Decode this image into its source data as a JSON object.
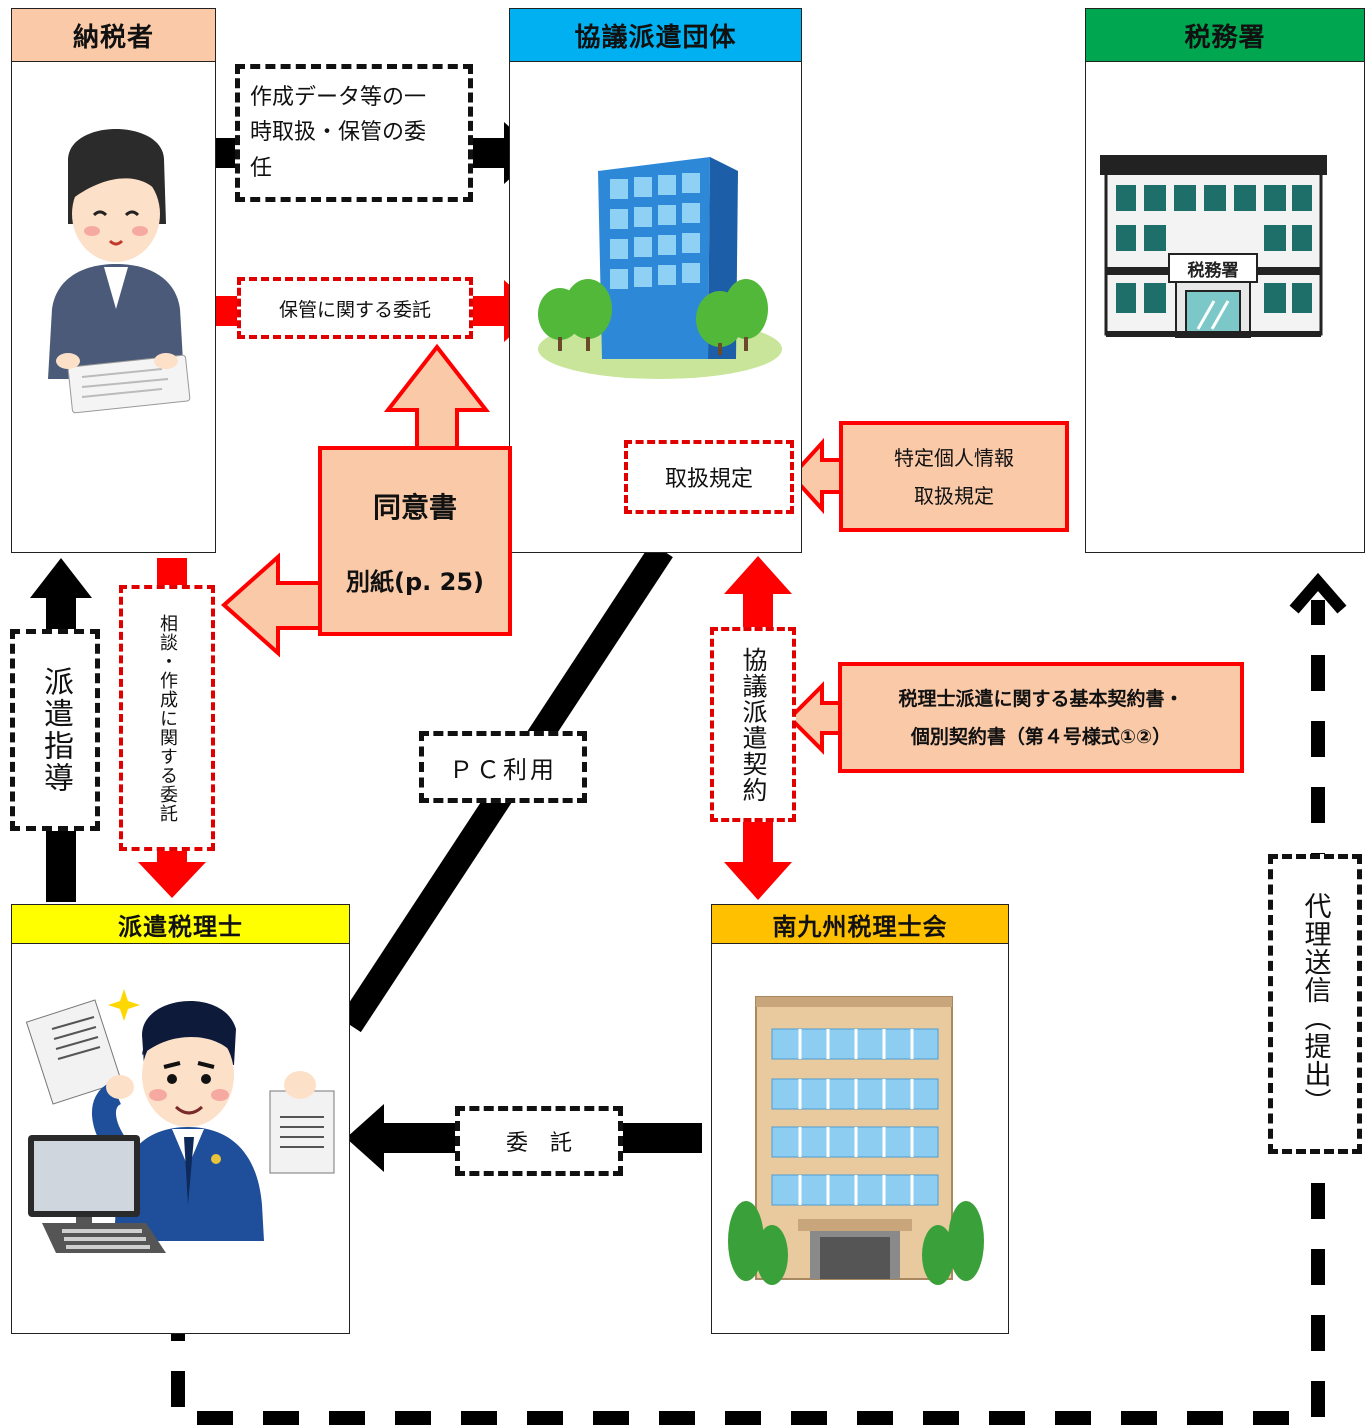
{
  "entities": {
    "taxpayer": {
      "label": "納税者",
      "header_color": "#f9c9a8"
    },
    "dispatch_org": {
      "label": "協議派遣団体",
      "header_color": "#00b0f0"
    },
    "tax_office": {
      "label": "税務署",
      "header_color": "#00a650",
      "building_sign": "税務署"
    },
    "dispatched_accountant": {
      "label": "派遣税理士",
      "header_color": "#ffff00"
    },
    "tax_accountants_assoc": {
      "label": "南九州税理士会",
      "header_color": "#ffc000"
    }
  },
  "labels": {
    "data_delegation": "作成データ等の一時取扱・保管の委任",
    "storage_delegation": "保管に関する委託",
    "consent_title": "同意書",
    "consent_note": "別紙(p. 25)",
    "handling_rules": "取扱規定",
    "specific_info_rules": "特定個人情報\n取扱規定",
    "dispatch_guidance": "派遣指導",
    "consult_delegation": "相談・作成に関する委託",
    "pc_use": "ＰＣ利用",
    "dispatch_contract": "協議派遣契約",
    "basic_contract": "税理士派遣に関する基本契約書・\n個別契約書（第４号様式①②）",
    "entrust": "委　託",
    "proxy_submission": "代理送信（提出）"
  },
  "colors": {
    "arrow_black": "#000000",
    "arrow_red": "#ff0000",
    "peach_fill": "#f9c9a8",
    "dash_red": "#e00000"
  }
}
